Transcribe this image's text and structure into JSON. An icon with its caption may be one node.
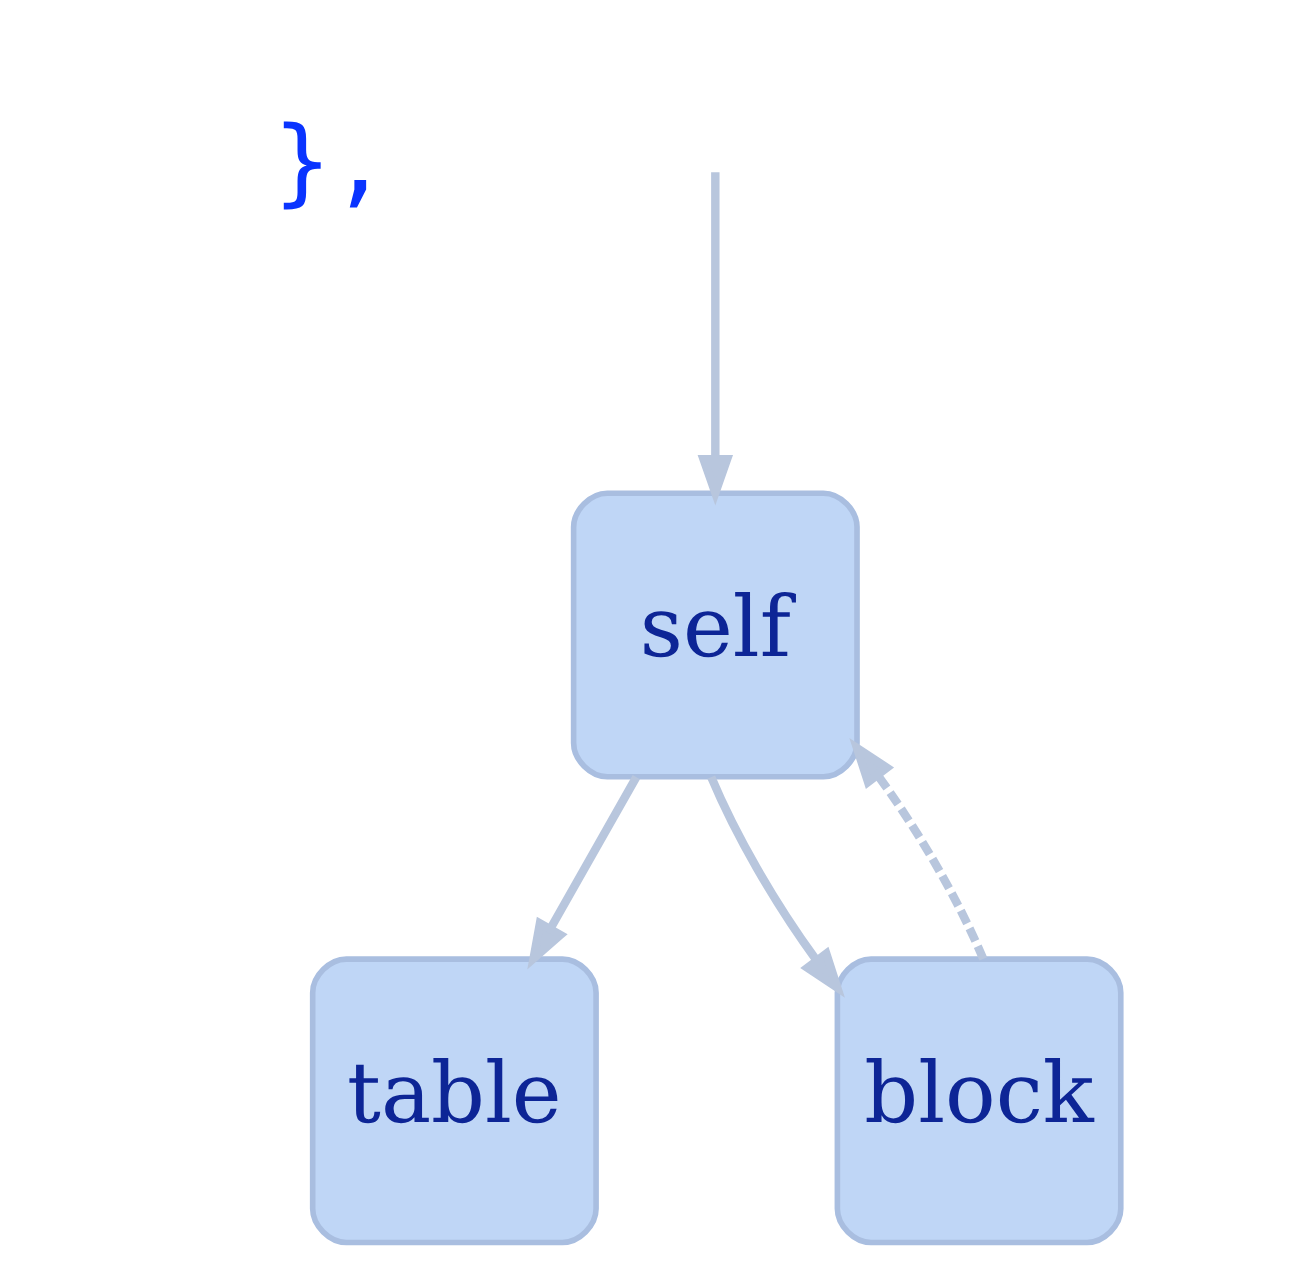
{
  "diagram": {
    "nodes": [
      {
        "text": [
          "self"
        ]
      },
      {
        "text": [
          "table"
        ]
      },
      {
        "text": [
          "block"
        ]
      }
    ],
    "edges": [
      {
        "from": null,
        "to": 0,
        "arrow": "to"
      },
      {
        "from": 0,
        "to": 1,
        "arrow": "to"
      },
      {
        "from": 0,
        "to": 2,
        "arrow": "to"
      },
      {
        "from": 2,
        "to": 0,
        "arrow": "to",
        "style": "dashed"
      }
    ],
    "labels": [
      "},"
    ]
  }
}
